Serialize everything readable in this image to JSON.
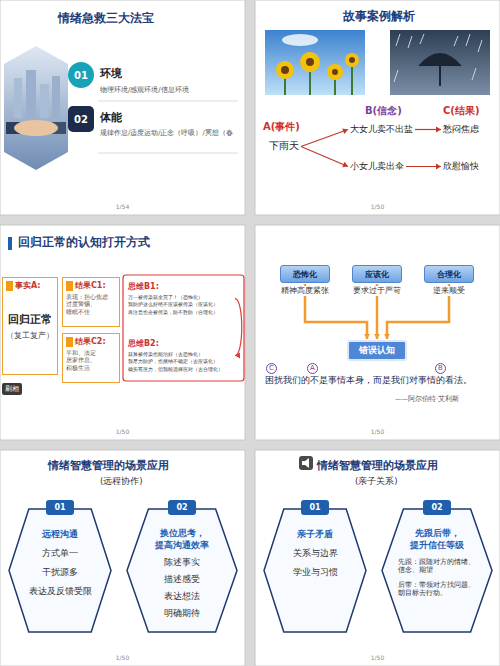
{
  "diagram": {
    "nodes": [
      {
        "text": [
          "情绪急救三大法宝",
          "1/54"
        ]
      },
      {
        "text": [
          "01"
        ],
        "in": 0
      },
      {
        "text": [
          "02"
        ],
        "in": 0
      },
      {
        "text": [
          "故事案例解析",
          "1/50"
        ]
      },
      {
        "text": [
          "下雨天"
        ],
        "in": 3
      },
      {
        "text": [
          "大女儿卖不出盐"
        ],
        "in": 3
      },
      {
        "text": [
          "小女儿卖出伞"
        ],
        "in": 3
      },
      {
        "text": [
          "愁闷焦虑"
        ],
        "in": 3
      },
      {
        "text": [
          "欣慰愉快"
        ],
        "in": 3
      },
      {
        "text": [
          "回归正常的认知打开方式",
          "1/50"
        ]
      },
      {
        "text": [
          "事实A:",
          "回归正常",
          "（复工复产）"
        ],
        "in": 9
      },
      {
        "text": [
          "结果C1:",
          "表现：担心焦虑 过度警惕、睡眠不佳"
        ],
        "in": 9
      },
      {
        "text": [
          "结果C2:",
          "平和、淡定 居家作息、积极生活"
        ],
        "in": 9
      },
      {
        "text": [
          "思维B1:",
          "万一被传染就全完了！（恐怖化） 我防护这么好绝不应该被传染（应该化） 再注意也会被传染，防不胜防（合理化）"
        ],
        "in": 9
      },
      {
        "text": [
          "思维B2:",
          "就算被传染也能治好（去恐怖化） 我尽力防护，也接纳不确定（去应该化） 确实有压力，但我能选择应对（去合理化）"
        ],
        "in": 9
      },
      {
        "text": [
          "困扰我们的不是事情本身，而是我们对事情的看法。",
          "——阿尔伯特·艾利斯",
          "1/50"
        ]
      },
      {
        "text": [
          "恐怖化"
        ],
        "in": 15
      },
      {
        "text": [
          "应该化"
        ],
        "in": 15
      },
      {
        "text": [
          "合理化"
        ],
        "in": 15
      },
      {
        "text": [
          "错误认知"
        ],
        "in": 15
      },
      {
        "text": [
          "情绪智慧管理的场景应用",
          "(远程协作)",
          "1/50"
        ]
      },
      {
        "text": [
          "远程沟通",
          "方式单一",
          "干扰源多",
          "表达及反馈受限"
        ],
        "in": 20
      },
      {
        "text": [
          "01"
        ],
        "in": 21
      },
      {
        "text": [
          "换位思考， 提高沟通效率",
          "陈述事实",
          "描述感受",
          "表达想法",
          "明确期待"
        ],
        "in": 20
      },
      {
        "text": [
          "02"
        ],
        "in": 23
      },
      {
        "text": [
          "情绪智慧管理的场景应用",
          "(亲子关系)",
          "1/50"
        ]
      },
      {
        "text": [
          "亲子矛盾",
          "关系与边界",
          "学业与习惯"
        ],
        "in": 25
      },
      {
        "text": [
          "01"
        ],
        "in": 26
      },
      {
        "text": [
          "先跟后带， 提升信任等级",
          "先跟：跟随对方的情绪、信念、期望",
          "后带：带领对方找问题、朝目标去行动。"
        ],
        "in": 25
      },
      {
        "text": [
          "02"
        ],
        "in": 28
      }
    ],
    "edges": [
      {
        "from": 4,
        "to": 5,
        "arrow": "to"
      },
      {
        "from": 4,
        "to": 6,
        "arrow": "to"
      },
      {
        "from": 5,
        "to": 7,
        "arrow": "to"
      },
      {
        "from": 6,
        "to": 8,
        "arrow": "to"
      },
      {
        "from": 13,
        "to": 14,
        "arrow": "to"
      },
      {
        "from": 16,
        "to": 19,
        "arrow": "to"
      },
      {
        "from": 17,
        "to": 19,
        "arrow": "to"
      },
      {
        "from": 18,
        "to": 19,
        "arrow": "to"
      }
    ],
    "labels": [
      "环境",
      "物理环境/感观环境/信息环境",
      "体能",
      "规律作息/适度运动/正念（呼吸）/冥想（春",
      "A(事件)",
      "B(信念)",
      "C(结果)",
      "刷相",
      "精神高度紧张",
      "要求过于严苛",
      "逆来顺受",
      "C",
      "A",
      "B"
    ]
  }
}
